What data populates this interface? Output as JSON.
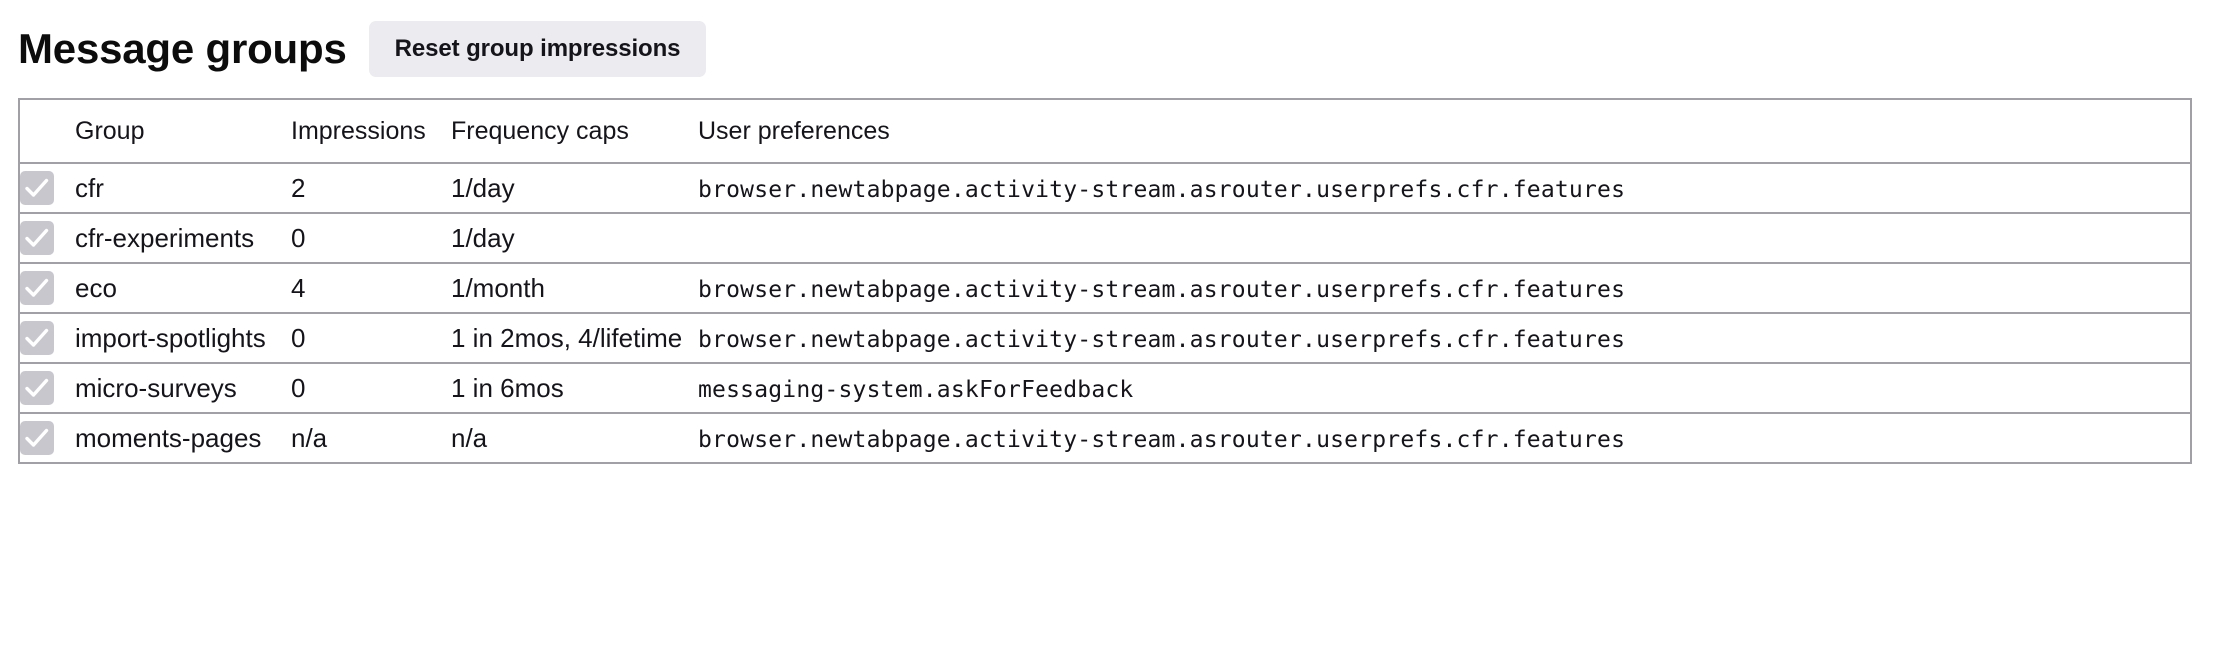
{
  "header": {
    "title": "Message groups",
    "reset_button_label": "Reset group impressions"
  },
  "table": {
    "columns": {
      "checkbox": "",
      "group": "Group",
      "impressions": "Impressions",
      "frequency_caps": "Frequency caps",
      "user_preferences": "User preferences"
    },
    "rows": [
      {
        "enabled": true,
        "checkbox_icon": "checkmark-icon",
        "group": "cfr",
        "impressions": "2",
        "frequency_caps": "1/day",
        "user_preferences": "browser.newtabpage.activity-stream.asrouter.userprefs.cfr.features"
      },
      {
        "enabled": true,
        "checkbox_icon": "checkmark-icon",
        "group": "cfr-experiments",
        "impressions": "0",
        "frequency_caps": "1/day",
        "user_preferences": ""
      },
      {
        "enabled": true,
        "checkbox_icon": "checkmark-icon",
        "group": "eco",
        "impressions": "4",
        "frequency_caps": "1/month",
        "user_preferences": "browser.newtabpage.activity-stream.asrouter.userprefs.cfr.features"
      },
      {
        "enabled": true,
        "checkbox_icon": "checkmark-icon",
        "group": "import-spotlights",
        "impressions": "0",
        "frequency_caps": "1 in 2mos, 4/lifetime",
        "user_preferences": "browser.newtabpage.activity-stream.asrouter.userprefs.cfr.features"
      },
      {
        "enabled": true,
        "checkbox_icon": "checkmark-icon",
        "group": "micro-surveys",
        "impressions": "0",
        "frequency_caps": "1 in 6mos",
        "user_preferences": "messaging-system.askForFeedback"
      },
      {
        "enabled": true,
        "checkbox_icon": "checkmark-icon",
        "group": "moments-pages",
        "impressions": "n/a",
        "frequency_caps": "n/a",
        "user_preferences": "browser.newtabpage.activity-stream.asrouter.userprefs.cfr.features"
      }
    ]
  },
  "colors": {
    "background": "#ffffff",
    "text": "#15141a",
    "border": "#a0a0a6",
    "button_background": "#ececf0",
    "checkbox_fill": "#c7c7cd",
    "checkbox_mark": "#ffffff"
  }
}
